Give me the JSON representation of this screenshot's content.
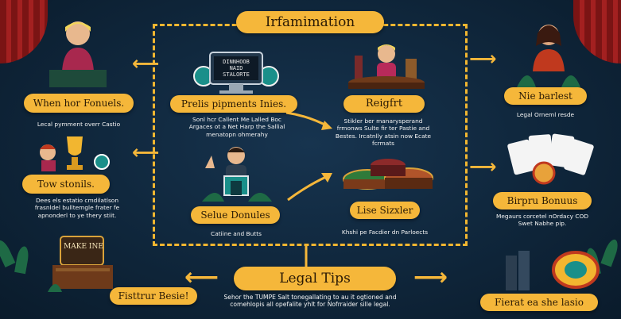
{
  "title": "Irfamimation",
  "center": {
    "left_top": {
      "label": "Prelis pipments Inies.",
      "caption": "Sonl hcr Callent Me Lalled Boc Argaces ot a Net Harp the Sallial menatopn ohmerahy",
      "sign_text": "DINNHOOB NAID STALORTE"
    },
    "right_top": {
      "label": "Reigfrt",
      "caption": "Stikler ber manarysperand frmonws Sulte fir ter Pastie and Bestes. Ircatnlly atsin now Ecate fcrmats"
    },
    "left_bottom": {
      "label": "Selue Donules",
      "caption": "Catiine and Butts"
    },
    "right_bottom": {
      "label": "Lise Sizxler",
      "caption": "Khshi pe Facdier dn Parloects"
    }
  },
  "left": {
    "top": {
      "label": "When hor Fonuels.",
      "caption": "Lecal pymment overr Castio"
    },
    "middle": {
      "label": "Tow stonils.",
      "caption": "Dees els estatio cmdilatlson frasnldel bulltemgle frater fe apnonderl to ye thery stiit."
    },
    "bottom": {
      "label": "Fisttrur Besie!",
      "sign_text": "MAKE INE"
    }
  },
  "right": {
    "top": {
      "label": "Nie barlest",
      "caption": "Legal Orneml resde"
    },
    "middle": {
      "label": "Birpru Bonuus",
      "caption": "Megaurs corcetel nOrdacy COD Swet Nabhe pip."
    },
    "bottom": {
      "label": "Fierat ea she lasio"
    }
  },
  "footer": {
    "label": "Legal Tips",
    "caption": "Sehor the TUMPE Salt tonegallating to au it ogtioned and comehlopis all opefalite yhlt for Nofrraider sille legal."
  },
  "colors": {
    "accent": "#f5b73a",
    "background": "#0f263b",
    "curtain": "#a32020"
  }
}
